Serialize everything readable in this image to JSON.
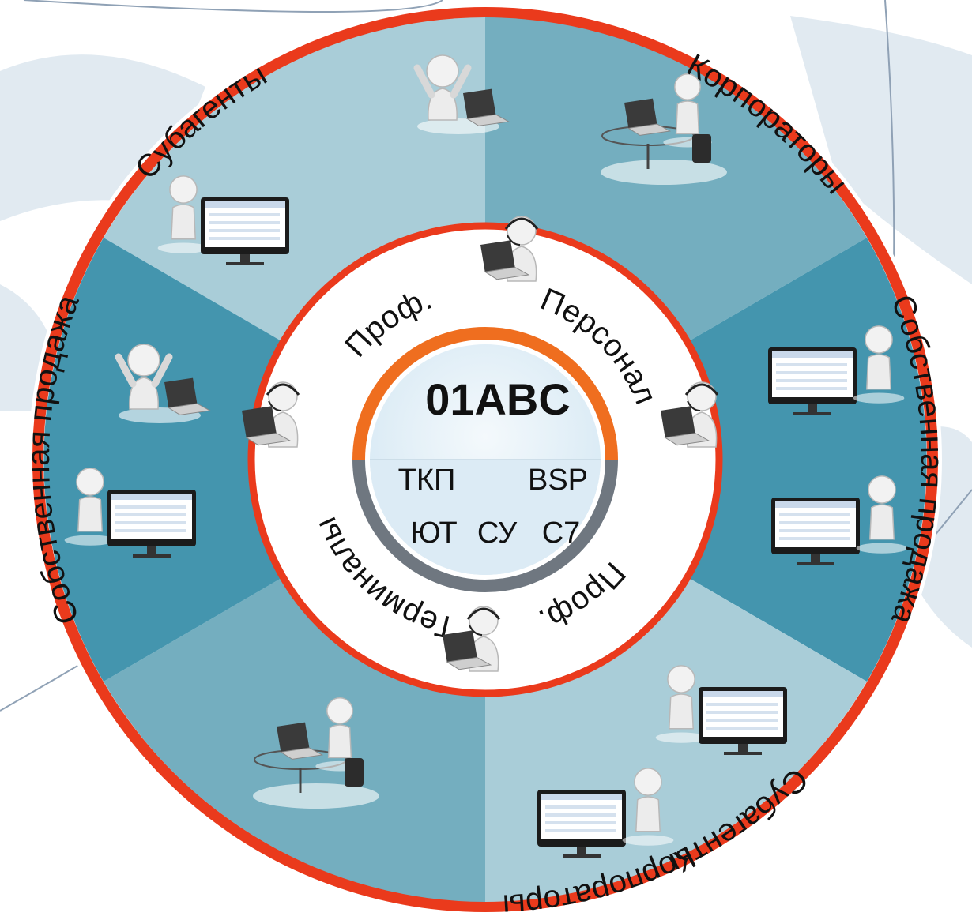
{
  "colors": {
    "outer_ring": "#ea3a1c",
    "segment_light": "#a9cdd8",
    "segment_mid": "#74aebf",
    "segment_dark": "#4495ae",
    "hub_orange": "#ef6e1f",
    "hub_gray": "#6f7780",
    "hub_fill": "#e6f1f8"
  },
  "outer_segments": [
    {
      "label": "Субагенты",
      "icons": [
        "cheering-figure-laptop-icon",
        "figure-leaning-on-monitor-icon"
      ]
    },
    {
      "label": "Корпораторы",
      "icons": [
        "figure-at-desk-laptop-icon"
      ]
    },
    {
      "label": "Собственная продажа",
      "icons": [
        "figure-leaning-on-monitor-icon",
        "figure-leaning-on-monitor-icon"
      ]
    },
    {
      "label": "Субагенты",
      "icons": [
        "figure-leaning-on-monitor-icon",
        "figure-leaning-on-monitor-icon"
      ]
    },
    {
      "label": "Корпораторы",
      "icons": [
        "figure-at-desk-laptop-icon"
      ]
    },
    {
      "label": "Собственная продажа",
      "icons": [
        "cheering-figure-laptop-icon",
        "figure-leaning-on-monitor-icon"
      ]
    }
  ],
  "inner_ring": {
    "labels": [
      "Проф.",
      "Персонал",
      "Проф.",
      "Терминалы"
    ],
    "icon": "operator-headset-laptop-icon"
  },
  "hub": {
    "title": "01ABC",
    "items": [
      "ТКП",
      "BSP",
      "ЮТ",
      "СУ",
      "С7"
    ]
  }
}
